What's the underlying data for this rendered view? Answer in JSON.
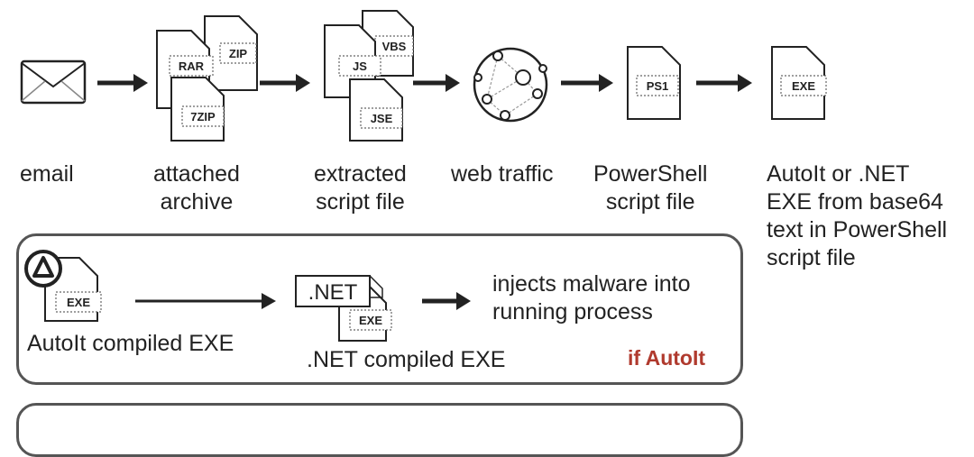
{
  "stages": {
    "email": "email",
    "archive": [
      "attached",
      "archive"
    ],
    "script": [
      "extracted",
      "script file"
    ],
    "web": "web traffic",
    "powershell": [
      "PowerShell",
      "script file"
    ],
    "exe": [
      "AutoIt or .NET",
      "EXE from base64",
      "text in PowerShell",
      "script file"
    ]
  },
  "file_tags": {
    "rar": "RAR",
    "zip": "ZIP",
    "sevenzip": "7ZIP",
    "vbs": "VBS",
    "js": "JS",
    "jse": "JSE",
    "ps1": "PS1",
    "exe": "EXE"
  },
  "autoit_box": {
    "autoit_exe_tag": "EXE",
    "autoit_label": "AutoIt compiled EXE",
    "net_badge": ".NET",
    "net_exe_tag": "EXE",
    "net_label": ".NET compiled EXE",
    "inject_label": [
      "injects malware into",
      "running process"
    ],
    "condition": "if AutoIt"
  },
  "colors": {
    "stroke": "#222222",
    "box_border": "#555555",
    "condition": "#b03a2e"
  }
}
